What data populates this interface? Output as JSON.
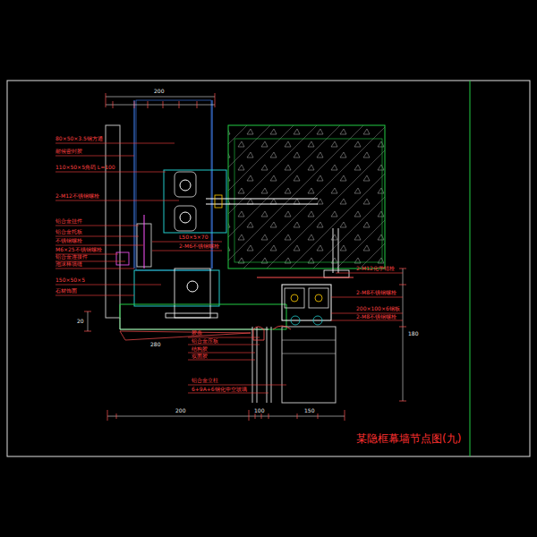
{
  "diagram": {
    "title": "某隐框幕墙节点图(九)",
    "labels": [
      "80×50×3.5钢方通",
      "耐候密封胶",
      "110×50×5角码 L=100",
      "2-M12不锈钢螺栓",
      "铝合金挂件",
      "铝合金托板",
      "不锈钢螺栓",
      "M6×25不锈钢螺栓",
      "铝合金连接件",
      "泡沫棒填缝",
      "150×50×5",
      "石材饰面",
      "L50×5×70",
      "2-M6不锈钢螺栓",
      "2-M12化学锚栓",
      "2-M8不锈钢螺栓",
      "200×100×6钢板",
      "2-M8不锈钢螺栓",
      "胶条",
      "铝合金压板",
      "结构胶",
      "双面胶",
      "铝合金立柱",
      "6+9A+6钢化中空玻璃",
      "280",
      "200",
      "200",
      "100",
      "150",
      "180",
      "20"
    ]
  }
}
